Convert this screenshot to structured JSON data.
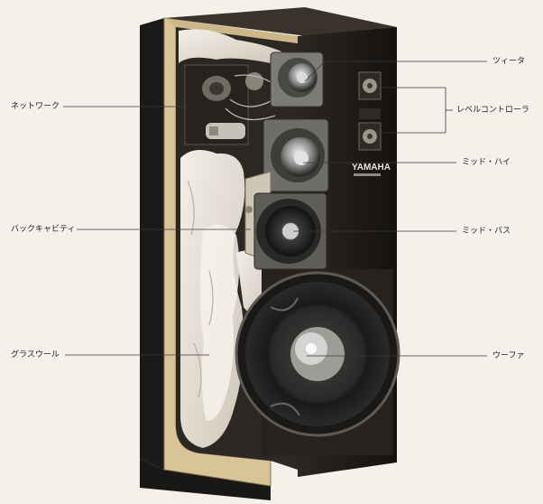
{
  "labels": {
    "network": "ネットワーク",
    "back_cavity": "バックキャビティ",
    "glass_wool": "グラスウール",
    "tweeter": "ツィータ",
    "level_controller": "レベルコントローラ",
    "mid_high": "ミッド・ハイ",
    "mid_bass": "ミッド・バス",
    "woofer": "ウーファ"
  },
  "badge": {
    "brand": "YAMAHA"
  },
  "colors": {
    "background": "#f4f1ea",
    "cabinet_dark": "#1e1c1a",
    "wood_cut": "#d9c49a",
    "insulation": "#e9e2d6",
    "metal": "#9a9a98"
  }
}
